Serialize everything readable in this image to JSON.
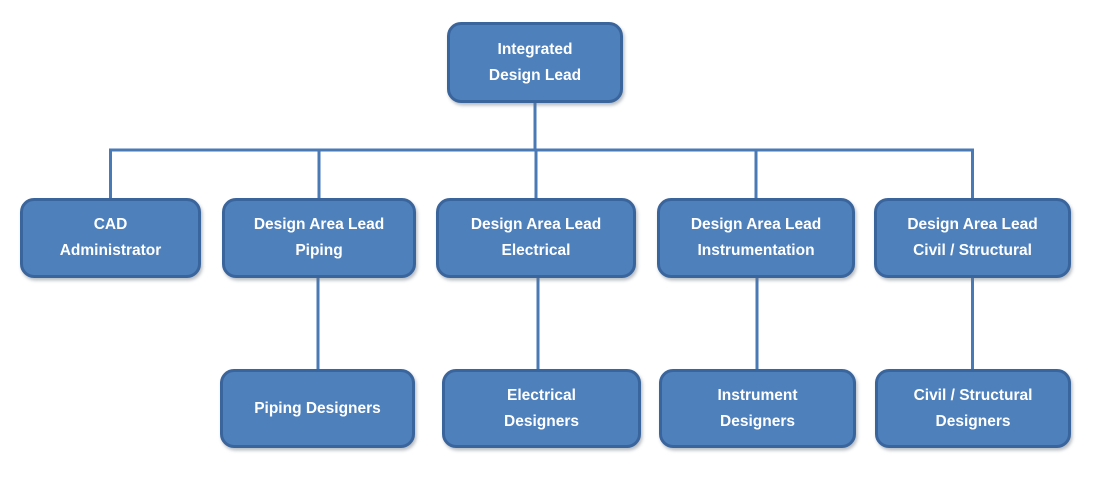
{
  "colors": {
    "background": "#FFFFFF",
    "node_fill": "#4E80BC",
    "node_border": "#3A659C",
    "node_text": "#FFFFFF",
    "connector": "#4A7AB5"
  },
  "nodes": {
    "integrated_design_lead": {
      "lines": [
        "Integrated",
        "Design Lead"
      ]
    },
    "cad_administrator": {
      "lines": [
        "CAD",
        "Administrator"
      ]
    },
    "lead_piping": {
      "lines": [
        "Design Area Lead",
        "Piping"
      ]
    },
    "lead_electrical": {
      "lines": [
        "Design Area Lead",
        "Electrical"
      ]
    },
    "lead_instrumentation": {
      "lines": [
        "Design Area Lead",
        "Instrumentation"
      ]
    },
    "lead_civil_structural": {
      "lines": [
        "Design Area Lead",
        "Civil / Structural"
      ]
    },
    "piping_designers": {
      "lines": [
        "Piping Designers"
      ]
    },
    "electrical_designers": {
      "lines": [
        "Electrical",
        "Designers"
      ]
    },
    "instrument_designers": {
      "lines": [
        "Instrument",
        "Designers"
      ]
    },
    "civil_structural_designers": {
      "lines": [
        "Civil / Structural",
        "Designers"
      ]
    }
  },
  "edges": [
    {
      "from": "integrated_design_lead",
      "to": "cad_administrator"
    },
    {
      "from": "integrated_design_lead",
      "to": "lead_piping"
    },
    {
      "from": "integrated_design_lead",
      "to": "lead_electrical"
    },
    {
      "from": "integrated_design_lead",
      "to": "lead_instrumentation"
    },
    {
      "from": "integrated_design_lead",
      "to": "lead_civil_structural"
    },
    {
      "from": "lead_piping",
      "to": "piping_designers"
    },
    {
      "from": "lead_electrical",
      "to": "electrical_designers"
    },
    {
      "from": "lead_instrumentation",
      "to": "instrument_designers"
    },
    {
      "from": "lead_civil_structural",
      "to": "civil_structural_designers"
    }
  ]
}
